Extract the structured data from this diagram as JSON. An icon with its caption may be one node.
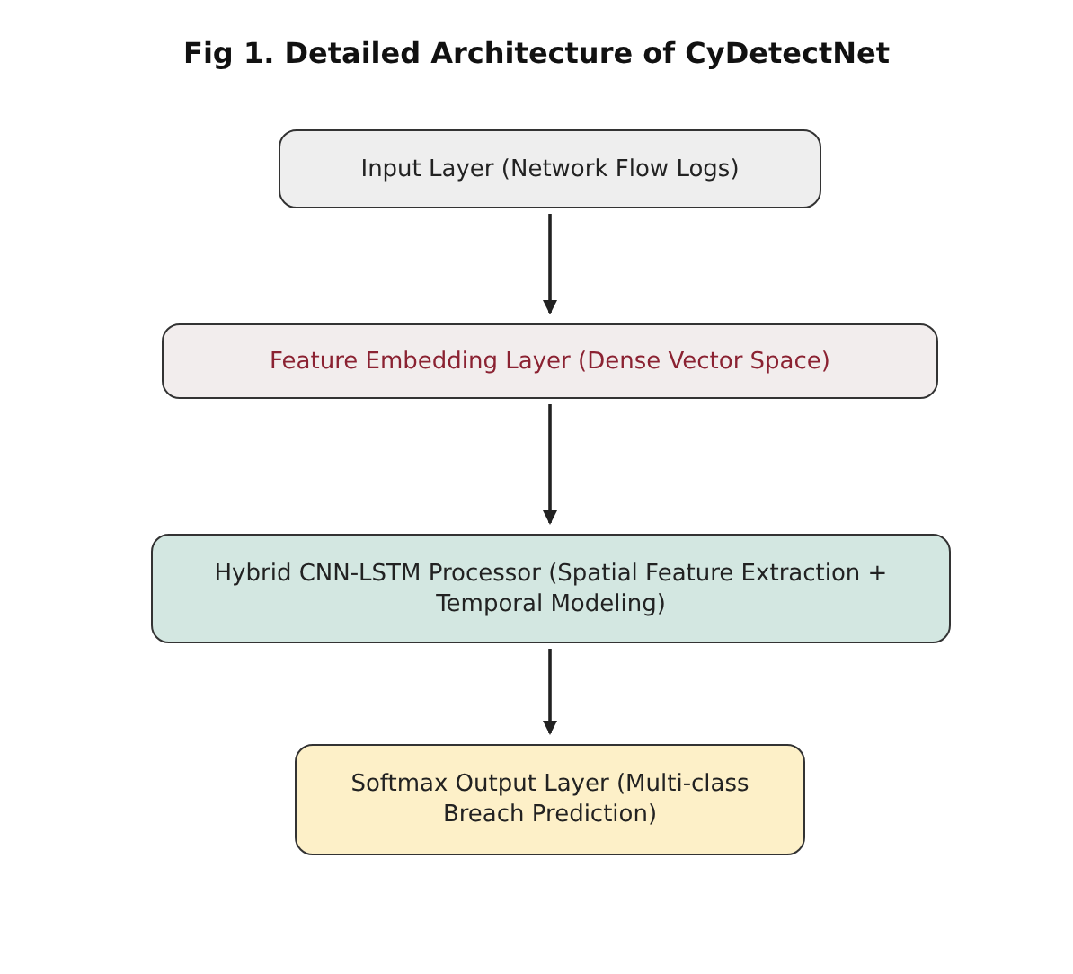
{
  "diagram": {
    "title": "Fig 1. Detailed Architecture of CyDetectNet",
    "nodes": [
      {
        "text": [
          "Input Layer (Network Flow Logs)"
        ]
      },
      {
        "text": [
          "Feature Embedding Layer (Dense Vector Space)"
        ]
      },
      {
        "text": [
          "Hybrid CNN-LSTM Processor (Spatial Feature Extraction + Temporal Modeling)"
        ]
      },
      {
        "text": [
          "Softmax Output Layer (Multi-class Breach Prediction)"
        ]
      }
    ],
    "edges": [
      {
        "from": 0,
        "to": 1,
        "arrow": "to"
      },
      {
        "from": 1,
        "to": 2,
        "arrow": "to"
      },
      {
        "from": 2,
        "to": 3,
        "arrow": "to"
      }
    ]
  }
}
